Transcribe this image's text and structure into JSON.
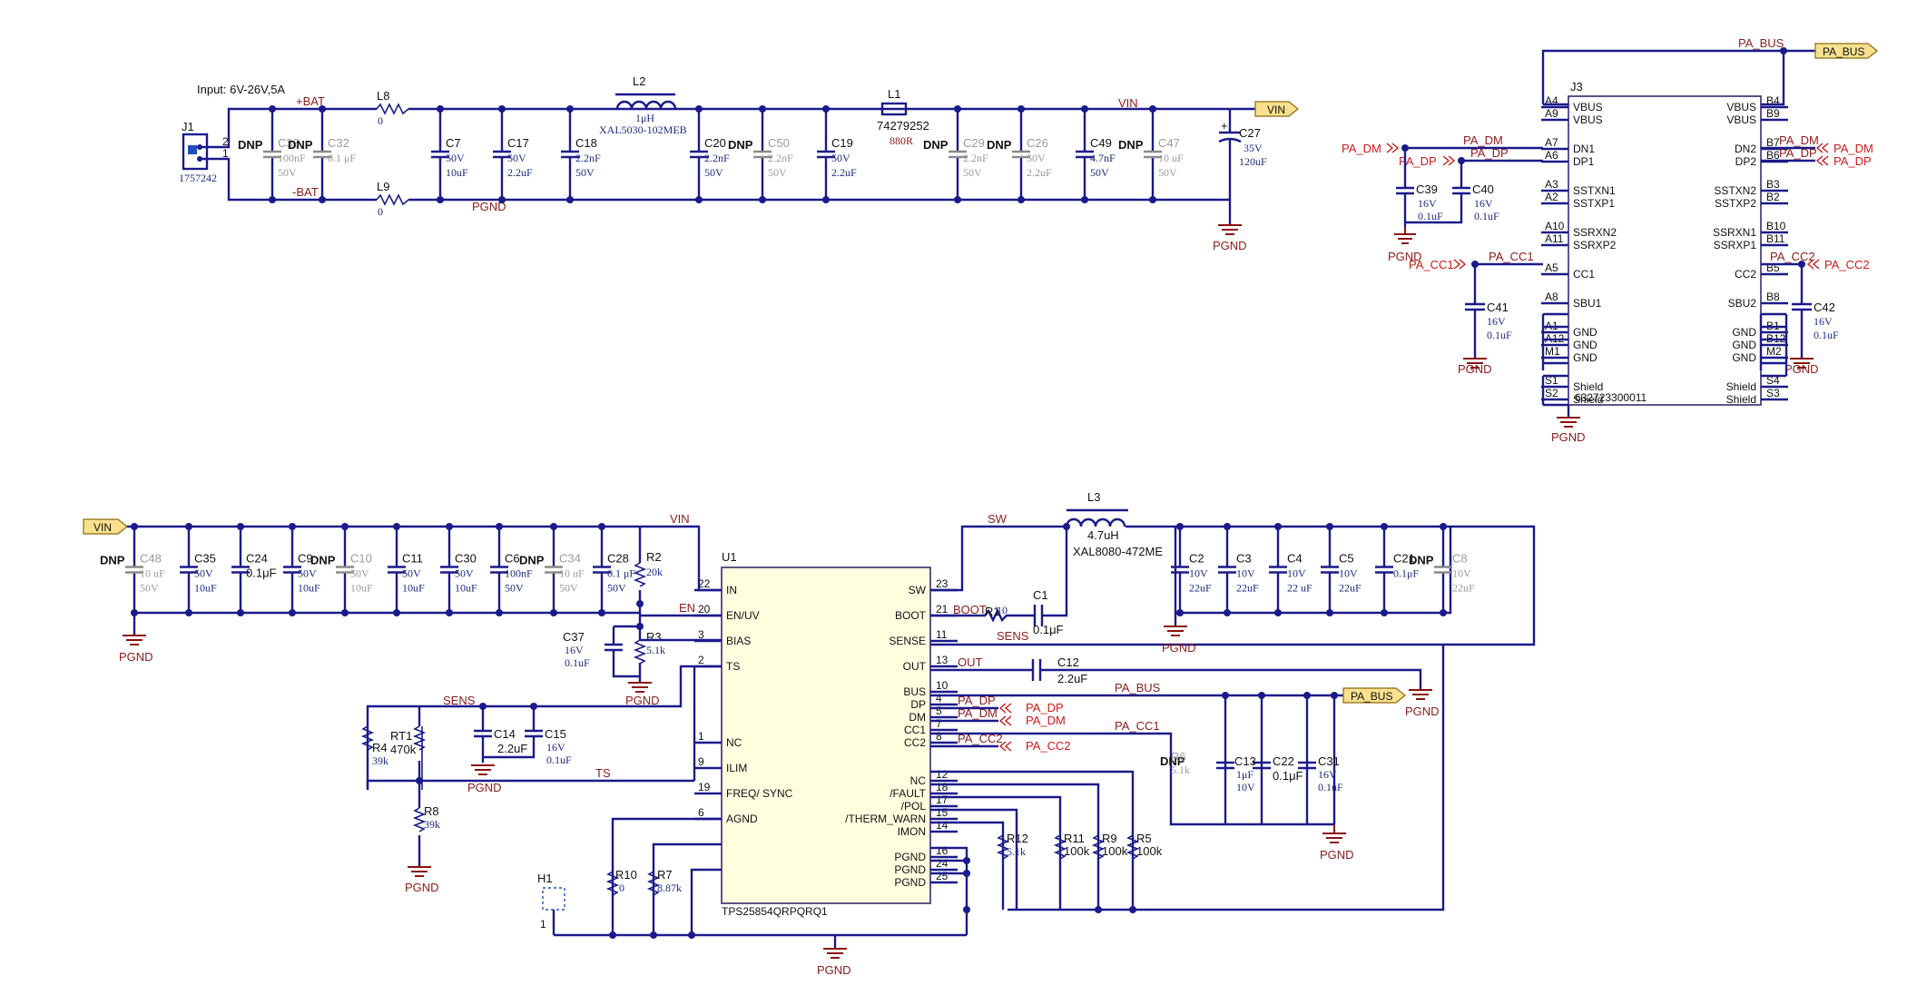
{
  "input_section": {
    "note": "Input: 6V-26V,5A",
    "connector": {
      "ref": "J1",
      "part": "1757242",
      "pins": [
        "2",
        "1"
      ]
    },
    "net_bat_pos": "+BAT",
    "net_bat_neg": "-BAT",
    "net_vin": "VIN",
    "net_pgnd": "PGND",
    "components": [
      {
        "ref": "C38",
        "val1": "100nF",
        "val2": "50V",
        "dnp": "DNP"
      },
      {
        "ref": "C32",
        "val1": "0.1 μF",
        "dnp": "DNP"
      },
      {
        "ref": "L8",
        "val1": "0"
      },
      {
        "ref": "L9",
        "val1": "0"
      },
      {
        "ref": "C7",
        "val1": "50V",
        "val2": "10uF"
      },
      {
        "ref": "C17",
        "val1": "50V",
        "val2": "2.2uF"
      },
      {
        "ref": "L2",
        "val1": "1μH",
        "val2": "XAL5030-102MEB"
      },
      {
        "ref": "C18",
        "val1": "2.2nF",
        "val2": "50V"
      },
      {
        "ref": "C20",
        "val1": "2.2nF",
        "val2": "50V"
      },
      {
        "ref": "C50",
        "val1": "2.2nF",
        "val2": "50V",
        "dnp": "DNP"
      },
      {
        "ref": "C19",
        "val1": "50V",
        "val2": "2.2uF"
      },
      {
        "ref": "L1",
        "val1": "74279252",
        "val2": "880R"
      },
      {
        "ref": "C29",
        "val1": "2.2nF",
        "val2": "50V",
        "dnp": "DNP"
      },
      {
        "ref": "C26",
        "val1": "50V",
        "val2": "2.2uF",
        "dnp": "DNP"
      },
      {
        "ref": "C49",
        "val1": "4.7nF",
        "val2": "50V"
      },
      {
        "ref": "C47",
        "val1": "10 uF",
        "val2": "50V",
        "dnp": "DNP"
      },
      {
        "ref": "C27",
        "val1": "35V",
        "val2": "120uF"
      }
    ]
  },
  "usb_section": {
    "connector": {
      "ref": "J3",
      "part": "632723300011"
    },
    "left_pins": [
      {
        "num": "A4",
        "name": "VBUS"
      },
      {
        "num": "A9",
        "name": "VBUS"
      },
      {
        "num": "A7",
        "name": "DN1"
      },
      {
        "num": "A6",
        "name": "DP1"
      },
      {
        "num": "A3",
        "name": "SSTXN1"
      },
      {
        "num": "A2",
        "name": "SSTXP1"
      },
      {
        "num": "A10",
        "name": "SSRXN2"
      },
      {
        "num": "A11",
        "name": "SSRXP2"
      },
      {
        "num": "A5",
        "name": "CC1"
      },
      {
        "num": "A8",
        "name": "SBU1"
      },
      {
        "num": "A1",
        "name": "GND"
      },
      {
        "num": "A12",
        "name": "GND"
      },
      {
        "num": "M1",
        "name": "GND"
      },
      {
        "num": "S1",
        "name": "Shield"
      },
      {
        "num": "S2",
        "name": "Shield"
      }
    ],
    "right_pins": [
      {
        "num": "B4",
        "name": "VBUS"
      },
      {
        "num": "B9",
        "name": "VBUS"
      },
      {
        "num": "B7",
        "name": "DN2"
      },
      {
        "num": "B6",
        "name": "DP2"
      },
      {
        "num": "B3",
        "name": "SSTXN2"
      },
      {
        "num": "B2",
        "name": "SSTXP2"
      },
      {
        "num": "B10",
        "name": "SSRXN1"
      },
      {
        "num": "B11",
        "name": "SSRXP1"
      },
      {
        "num": "B5",
        "name": "CC2"
      },
      {
        "num": "B8",
        "name": "SBU2"
      },
      {
        "num": "B1",
        "name": "GND"
      },
      {
        "num": "B12",
        "name": "GND"
      },
      {
        "num": "M2",
        "name": "GND"
      },
      {
        "num": "S4",
        "name": "Shield"
      },
      {
        "num": "S3",
        "name": "Shield"
      }
    ],
    "nets": {
      "bus": "PA_BUS",
      "dm": "PA_DM",
      "dp": "PA_DP",
      "cc1": "PA_CC1",
      "cc2": "PA_CC2",
      "pgnd": "PGND"
    },
    "caps": [
      {
        "ref": "C39",
        "val1": "16V",
        "val2": "0.1uF"
      },
      {
        "ref": "C40",
        "val1": "16V",
        "val2": "0.1uF"
      },
      {
        "ref": "C41",
        "val1": "16V",
        "val2": "0.1uF"
      },
      {
        "ref": "C42",
        "val1": "16V",
        "val2": "0.1uF"
      }
    ]
  },
  "converter_section": {
    "ic": {
      "ref": "U1",
      "part": "TPS25854QRPQRQ1"
    },
    "left_pins": [
      {
        "num": "22",
        "name": "IN"
      },
      {
        "num": "20",
        "name": "EN/UV"
      },
      {
        "num": "3",
        "name": "BIAS"
      },
      {
        "num": "2",
        "name": "TS"
      },
      {
        "num": "1",
        "name": "NC"
      },
      {
        "num": "9",
        "name": "ILIM"
      },
      {
        "num": "19",
        "name": "FREQ/ SYNC"
      },
      {
        "num": "6",
        "name": "AGND"
      }
    ],
    "right_pins": [
      {
        "num": "23",
        "name": "SW"
      },
      {
        "num": "21",
        "name": "BOOT"
      },
      {
        "num": "11",
        "name": "SENSE"
      },
      {
        "num": "13",
        "name": "OUT"
      },
      {
        "num": "10",
        "name": "BUS"
      },
      {
        "num": "4",
        "name": "DP"
      },
      {
        "num": "5",
        "name": "DM"
      },
      {
        "num": "7",
        "name": "CC1"
      },
      {
        "num": "8",
        "name": "CC2"
      },
      {
        "num": "12",
        "name": "NC"
      },
      {
        "num": "18",
        "name": "/FAULT"
      },
      {
        "num": "17",
        "name": "/POL"
      },
      {
        "num": "15",
        "name": "/THERM_WARN"
      },
      {
        "num": "14",
        "name": "IMON"
      },
      {
        "num": "16",
        "name": "PGND"
      },
      {
        "num": "24",
        "name": "PGND"
      },
      {
        "num": "25",
        "name": "PGND"
      }
    ],
    "nets": {
      "vin": "VIN",
      "en": "EN",
      "sw": "SW",
      "boot": "BOOT",
      "sens": "SENS",
      "out": "OUT",
      "ts": "TS",
      "pgnd": "PGND",
      "pa_bus": "PA_BUS",
      "pa_dp": "PA_DP",
      "pa_dm": "PA_DM",
      "pa_cc1": "PA_CC1",
      "pa_cc2": "PA_CC2"
    },
    "input_caps": [
      {
        "ref": "C48",
        "val1": "10 uF",
        "val2": "50V",
        "dnp": "DNP"
      },
      {
        "ref": "C35",
        "val1": "50V",
        "val2": "10uF"
      },
      {
        "ref": "C24",
        "val1": "0.1μF"
      },
      {
        "ref": "C9",
        "val1": "50V",
        "val2": "10uF"
      },
      {
        "ref": "C10",
        "val1": "50V",
        "val2": "10uF",
        "dnp": "DNP"
      },
      {
        "ref": "C11",
        "val1": "50V",
        "val2": "10uF"
      },
      {
        "ref": "C30",
        "val1": "50V",
        "val2": "10uF"
      },
      {
        "ref": "C6",
        "val1": "100nF",
        "val2": "50V"
      },
      {
        "ref": "C34",
        "val1": "10 uF",
        "val2": "50V",
        "dnp": "DNP"
      },
      {
        "ref": "C28",
        "val1": "0.1 μF",
        "val2": "50V"
      }
    ],
    "misc": [
      {
        "ref": "R2",
        "val1": "20k"
      },
      {
        "ref": "R3",
        "val1": "5.1k"
      },
      {
        "ref": "C37",
        "val1": "16V",
        "val2": "0.1uF"
      },
      {
        "ref": "R1",
        "val1": "10"
      },
      {
        "ref": "C1",
        "val1": "0.1μF"
      },
      {
        "ref": "L3",
        "val1": "4.7uH",
        "val2": "XAL8080-472ME"
      },
      {
        "ref": "C12",
        "val1": "2.2uF"
      },
      {
        "ref": "RT1",
        "val1": "470k"
      },
      {
        "ref": "R4",
        "val1": "39k"
      },
      {
        "ref": "R8",
        "val1": "39k"
      },
      {
        "ref": "C14",
        "val1": "2.2uF"
      },
      {
        "ref": "C15",
        "val1": "16V",
        "val2": "0.1uF"
      },
      {
        "ref": "H1",
        "val1": "1"
      },
      {
        "ref": "R10",
        "val1": "0"
      },
      {
        "ref": "R7",
        "val1": "8.87k"
      },
      {
        "ref": "R12",
        "val1": "5.1k"
      },
      {
        "ref": "R11",
        "val1": "100k"
      },
      {
        "ref": "R9",
        "val1": "100k"
      },
      {
        "ref": "R5",
        "val1": "100k"
      },
      {
        "ref": "R6",
        "val1": "5.1k",
        "dnp": "DNP"
      },
      {
        "ref": "C13",
        "val1": "1μF",
        "val2": "10V"
      },
      {
        "ref": "C22",
        "val1": "0.1μF"
      },
      {
        "ref": "C31",
        "val1": "16V",
        "val2": "0.1uF"
      }
    ],
    "output_caps": [
      {
        "ref": "C2",
        "val1": "10V",
        "val2": "22uF"
      },
      {
        "ref": "C3",
        "val1": "10V",
        "val2": "22uF"
      },
      {
        "ref": "C4",
        "val1": "10V",
        "val2": "22 uF"
      },
      {
        "ref": "C5",
        "val1": "10V",
        "val2": "22uF"
      },
      {
        "ref": "C21",
        "val1": "0.1μF"
      },
      {
        "ref": "C8",
        "val1": "10V",
        "val2": "22uF",
        "dnp": "DNP"
      }
    ]
  }
}
